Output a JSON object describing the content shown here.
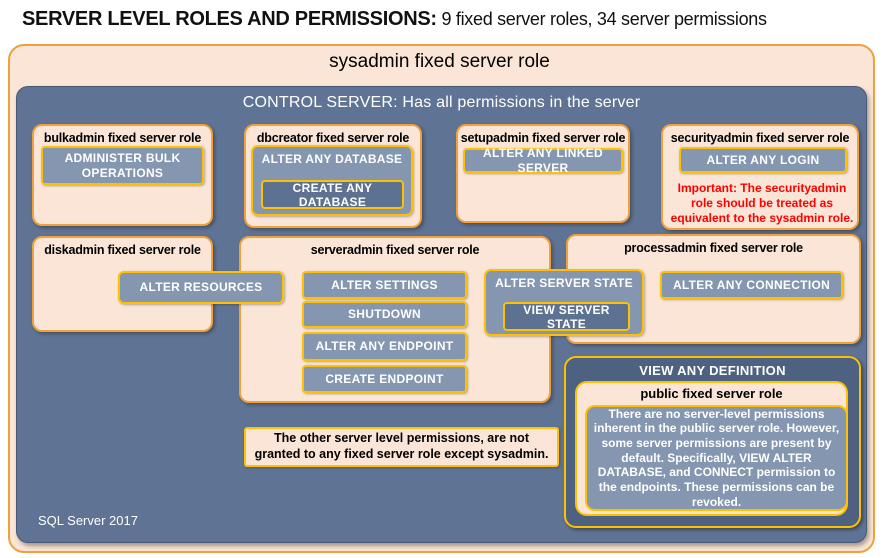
{
  "page": {
    "title_bold": "SERVER LEVEL ROLES AND PERMISSIONS:",
    "title_rest": " 9 fixed server roles, 34 server permissions"
  },
  "sysadmin": {
    "label": "sysadmin fixed server role"
  },
  "control_server": {
    "label": "CONTROL SERVER: Has all permissions in the server",
    "footer": "SQL Server 2017"
  },
  "roles": {
    "bulkadmin": {
      "title": "bulkadmin fixed server role",
      "permission": "ADMINISTER BULK OPERATIONS"
    },
    "dbcreator": {
      "title": "dbcreator fixed server role",
      "permission_outer": "ALTER ANY DATABASE",
      "permission_inner": "CREATE ANY DATABASE"
    },
    "setupadmin": {
      "title": "setupadmin fixed server role",
      "permission": "ALTER ANY LINKED SERVER"
    },
    "securityadmin": {
      "title": "securityadmin fixed server role",
      "permission": "ALTER ANY LOGIN",
      "warning": "Important: The securityadmin role should be treated as equivalent to the sysadmin role."
    },
    "diskadmin": {
      "title": "diskadmin fixed server role",
      "permission": "ALTER RESOURCES"
    },
    "serveradmin": {
      "title": "serveradmin fixed server role",
      "permissions": [
        "ALTER SETTINGS",
        "SHUTDOWN",
        "ALTER ANY ENDPOINT",
        "CREATE ENDPOINT"
      ],
      "permission_outer": "ALTER SERVER STATE",
      "permission_inner": "VIEW SERVER STATE"
    },
    "processadmin": {
      "title": "processadmin fixed server role",
      "permission": "ALTER ANY CONNECTION"
    },
    "public": {
      "banner": "VIEW ANY DEFINITION",
      "title": "public fixed server role",
      "description": "There are no server-level permissions inherent in the public server role. However, some server permissions are present by default. Specifically, VIEW ALTER DATABASE, and CONNECT permission to the endpoints. These permissions can be revoked."
    }
  },
  "note": "The other server level permissions, are not granted to any fixed server role except sysadmin.",
  "colors": {
    "peach_fill": "#FBE5D6",
    "orange_border": "#F0A03C",
    "gold_border": "#FFC000",
    "control_blue": "#5F7394",
    "permission_blue": "#8496B0",
    "nested_blue": "#5D7191",
    "definition_blue": "#4D6280",
    "warning_red": "#FF0000"
  }
}
